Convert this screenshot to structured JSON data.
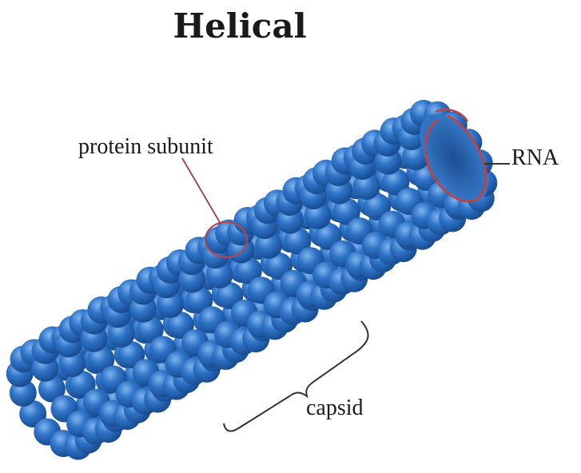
{
  "title": "Helical",
  "labels": {
    "protein_subunit": "protein subunit",
    "rna": "RNA",
    "capsid": "capsid"
  },
  "colors": {
    "subunit": "#2f74c8",
    "subunit_dark": "#1a4f99",
    "subunit_light": "#6ea8ea",
    "rna": "#b8454a",
    "pointer": "#a33a3f",
    "brace": "#333333",
    "text": "#1a1a1a"
  }
}
